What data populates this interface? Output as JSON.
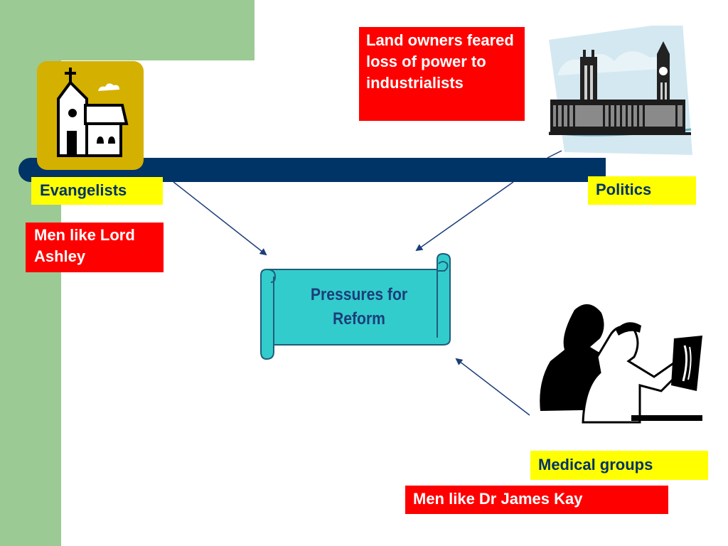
{
  "labels": {
    "evangelists": "Evangelists",
    "politics": "Politics",
    "medical_groups": "Medical groups",
    "lord_ashley": "Men like Lord Ashley",
    "land_owners": "Land owners feared loss of power to industrialists",
    "james_kay": "Men like Dr James Kay"
  },
  "center": {
    "title": "Pressures for Reform"
  },
  "colors": {
    "sidebar_green": "#9cca94",
    "timeline_navy": "#003366",
    "label_yellow": "#ffff00",
    "label_red": "#ff0000",
    "scroll_teal": "#33cccc"
  },
  "icons": [
    "church-icon",
    "parliament-image",
    "doctors-xray-image",
    "scroll-banner"
  ]
}
